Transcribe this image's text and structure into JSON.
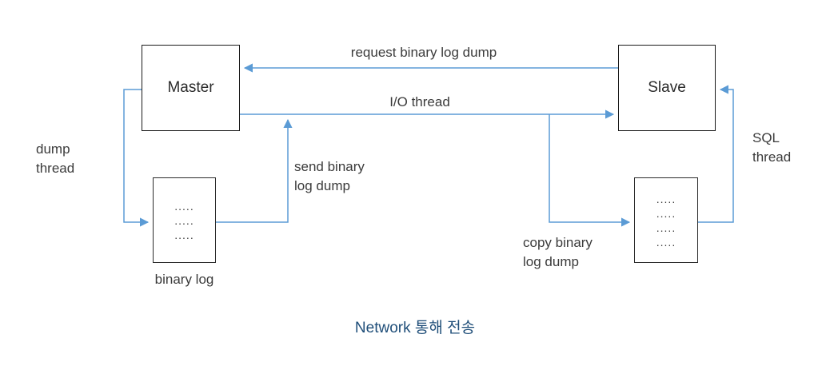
{
  "diagram": {
    "master": {
      "label": "Master"
    },
    "slave": {
      "label": "Slave"
    },
    "master_binlog": {
      "lines": [
        ".....",
        ".....",
        "....."
      ],
      "caption": "binary log"
    },
    "slave_binlog": {
      "lines": [
        ".....",
        ".....",
        ".....",
        "....."
      ]
    },
    "labels": {
      "request": "request  binary log dump",
      "io_thread": "I/O thread",
      "send_dump": "send binary\nlog dump",
      "dump_thread": "dump\nthread",
      "sql_thread": "SQL\nthread",
      "copy_dump": "copy binary\nlog dump"
    },
    "caption": "Network 통해 전송",
    "colors": {
      "arrow": "#5B9BD5",
      "caption_text": "#1F4E79",
      "label_text": "#3b3b3b",
      "box_border": "#1a1a1a"
    }
  }
}
